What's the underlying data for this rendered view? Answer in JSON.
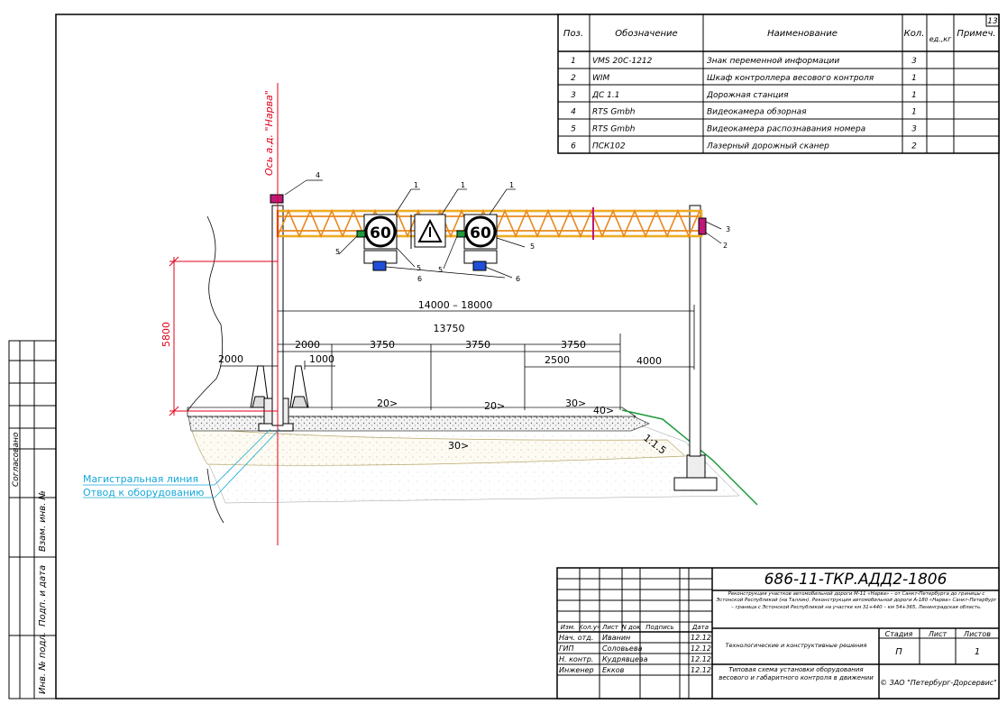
{
  "spec_table": {
    "sheet_corner": "13",
    "headers": [
      "Поз.",
      "Обозначение",
      "Наименование",
      "Кол.",
      "ед.,кг",
      "Примеч."
    ],
    "rows": [
      {
        "pos": "1",
        "code": "VMS 20С-1212",
        "name": "Знак переменной информации",
        "qty": "3"
      },
      {
        "pos": "2",
        "code": "WIM",
        "name": "Шкаф контроллера весового контроля",
        "qty": "1"
      },
      {
        "pos": "3",
        "code": "ДС 1.1",
        "name": "Дорожная станция",
        "qty": "1"
      },
      {
        "pos": "4",
        "code": "RTS Gmbh",
        "name": "Видеокамера обзорная",
        "qty": "1"
      },
      {
        "pos": "5",
        "code": "RTS Gmbh",
        "name": "Видеокамера распознавания номера",
        "qty": "3"
      },
      {
        "pos": "6",
        "code": "ПСК102",
        "name": "Лазерный дорожный сканер",
        "qty": "2"
      }
    ]
  },
  "drawing": {
    "axis_label": "Ось а.д. \"Нарва\"",
    "sign_speed_left": "60",
    "sign_speed_right": "60",
    "callouts": [
      "1",
      "1",
      "1",
      "2",
      "3",
      "4",
      "5",
      "5",
      "5",
      "5",
      "6",
      "6"
    ],
    "dims": {
      "span": "14000 – 18000",
      "carriageway": "13750",
      "d_2000_top": "2000",
      "d_3750_a": "3750",
      "d_3750_b": "3750",
      "d_3750_c": "3750",
      "d_2500": "2500",
      "d_4000": "4000",
      "d_2000_left": "2000",
      "d_1000": "1000",
      "height": "5800",
      "slope": "1:1.5"
    },
    "layer_labels": [
      "20>",
      "20>",
      "30>",
      "40>",
      "30>"
    ],
    "cable_labels": [
      "Магистральная линия",
      "Отвод к оборудованию"
    ]
  },
  "left_stamp": [
    "Согласовано",
    "Взам. инв. №",
    "Подп. и дата",
    "Инв. № подл."
  ],
  "title_block": {
    "code": "686-11-ТКР.АДД2-1806",
    "description": "Реконструкция участков автомобильной дороги М-11 «Нарва» – от Санкт-Петербурга до границы с Эстонской Республикой (на Таллин). Реконструкция автомобильной дороги А-180 «Нарва» Санкт-Петербург – граница с Эстонской Республикой на участке км 31+440 – км 54+365, Ленинградская область.",
    "section": "Технологические и конструктивные решения",
    "sheet_title": "Типовая схема установки оборудования весового и габаритного контроля в движении",
    "company": "© ЗАО \"Петербург-Дорсервис\"",
    "stage_headers": [
      "Стадия",
      "Лист",
      "Листов"
    ],
    "stage_values": [
      "П",
      "",
      "1"
    ],
    "sign_headers": [
      "Изм.",
      "Кол.уч",
      "Лист",
      "N док",
      "Подпись",
      "Дата"
    ],
    "signatures": [
      {
        "role": "Нач. отд.",
        "name": "Иванин",
        "date": "12.12"
      },
      {
        "role": "ГИП",
        "name": "Соловьева",
        "date": "12.12"
      },
      {
        "role": "Н. контр.",
        "name": "Кудрявцева",
        "date": "12.12"
      },
      {
        "role": "Инженер",
        "name": "Екков",
        "date": "12.12"
      }
    ]
  },
  "colors": {
    "frame": "#000000",
    "truss_orange": "#e8891e",
    "truss_yellow": "#f2d21c",
    "dimension_red": "#e0001a",
    "sign_blue": "#1f4fd8",
    "camera_green": "#1f9a3b",
    "cable_cyan": "#17a8d8",
    "slope_green": "#1f9a3b",
    "magenta": "#c0177a"
  }
}
